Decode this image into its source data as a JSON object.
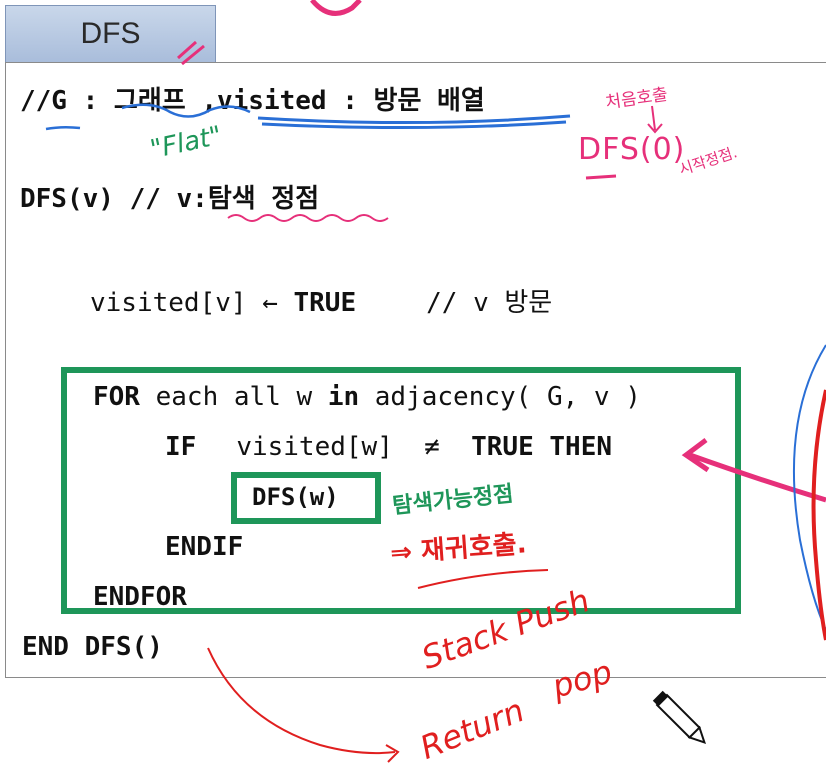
{
  "tab": {
    "title": "DFS"
  },
  "code": {
    "line1": "//G : 그래프 ,visited : 방문 배열",
    "line2_sig": "DFS(v) // v:",
    "line2_comment": "탐색 정점",
    "line3_code": "visited[v] ← ",
    "line3_kw": "TRUE",
    "line3_comment": "// v 방문",
    "for_kw": "FOR",
    "for_rest1": " each all w ",
    "for_in": "in",
    "for_rest2": " adjacency( G, v )",
    "if_kw": "IF",
    "if_rest": "visited[w]  ≠  ",
    "if_true": "TRUE THEN",
    "call": "DFS(w)",
    "endif": "ENDIF",
    "endfor": "ENDFOR",
    "end": "END DFS()"
  },
  "annotations": {
    "flat": "\"Flat\"",
    "first_call": "처음호출",
    "dfs0": "DFS(0)",
    "start_vertex": "시작정점.",
    "explorable_vertex": "탐색가능정점",
    "recursive_call": "⇒ 재귀호출.",
    "stack_push": "Stack Push",
    "pop": "pop",
    "return": "Return"
  },
  "colors": {
    "green": "#1e9659",
    "pink": "#e6307a",
    "red": "#e01f1f",
    "blue": "#2a6fd6"
  }
}
